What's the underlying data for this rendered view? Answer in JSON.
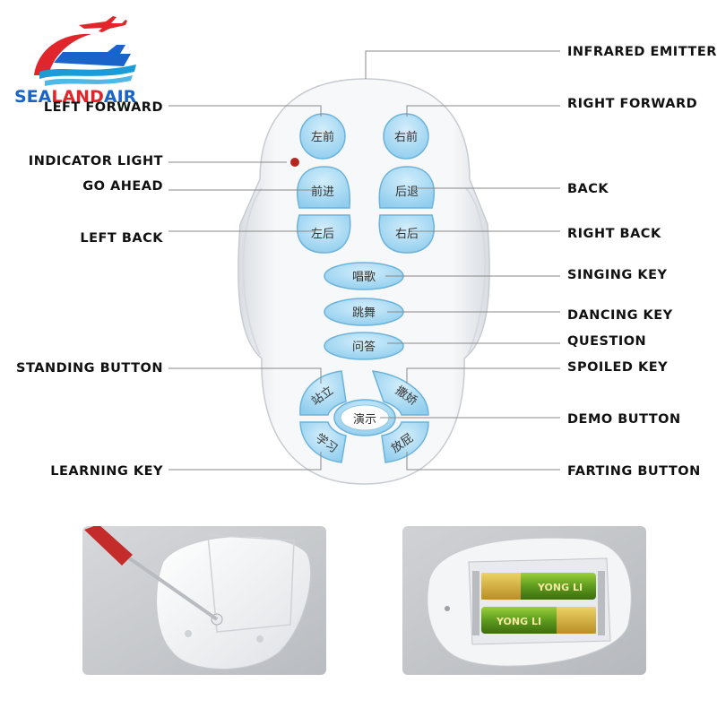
{
  "brand": {
    "part1": "SEA",
    "part2": "LAND",
    "part3": "AIR"
  },
  "labels": {
    "left_forward": "LEFT FORWARD",
    "indicator_light": "INDICATOR LIGHT",
    "go_ahead": "GO AHEAD",
    "left_back": "LEFT BACK",
    "standing_button": "STANDING BUTTON",
    "learning_key": "LEARNING KEY",
    "infrared_emitter": "INFRARED EMITTER",
    "right_forward": "RIGHT FORWARD",
    "back": "BACK",
    "right_back": "RIGHT BACK",
    "singing_key": "SINGING KEY",
    "dancing_key": "DANCING KEY",
    "question": "QUESTION",
    "spoiled_key": "SPOILED KEY",
    "demo_button": "DEMO BUTTON",
    "farting_button": "FARTING BUTTON"
  },
  "buttons": {
    "left_forward": "左前",
    "right_forward": "右前",
    "go_ahead": "前进",
    "back": "后退",
    "left_back": "左后",
    "right_back": "右后",
    "sing": "唱歌",
    "dance": "跳舞",
    "question": "问答",
    "stand": "站立",
    "spoiled": "撒娇",
    "demo": "演示",
    "learn": "学习",
    "fart": "放屁"
  },
  "battery": {
    "brand": "YONG LI"
  },
  "colors": {
    "button_blue": "#a7d8f2",
    "brand_blue": "#1a63c9",
    "brand_red": "#e0262b"
  }
}
